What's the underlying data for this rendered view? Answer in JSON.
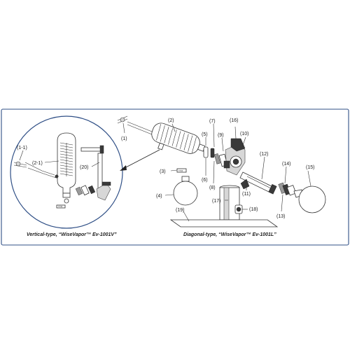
{
  "captions": {
    "vertical": "Vertical-type, “WiseVapor™ Ev-1001V”",
    "diagonal": "Diagonal-type, “WiseVapor™ Ev-1001L”"
  },
  "part_labels": {
    "p1": "(1)",
    "p2": "(2)",
    "p3": "(3)",
    "p4": "(4)",
    "p5": "(5)",
    "p6": "(6)",
    "p7": "(7)",
    "p8": "(8)",
    "p9": "(9)",
    "p10": "(10)",
    "p11": "(11)",
    "p12": "(12)",
    "p13": "(13)",
    "p14": "(14)",
    "p15": "(15)",
    "p16": "(16)",
    "p17": "(17)",
    "p18": "(18)",
    "p19": "(19)",
    "p20": "(20)",
    "p1_1": "(1-1)",
    "p2_1": "(2-1)"
  },
  "clip_marks": {
    "detail": "TTM",
    "main": "TTM"
  },
  "colors": {
    "frame": "#2f4f86",
    "ink": "#333333",
    "dark_part": "#3a3a3a",
    "mid_part": "#9a9a9a"
  }
}
